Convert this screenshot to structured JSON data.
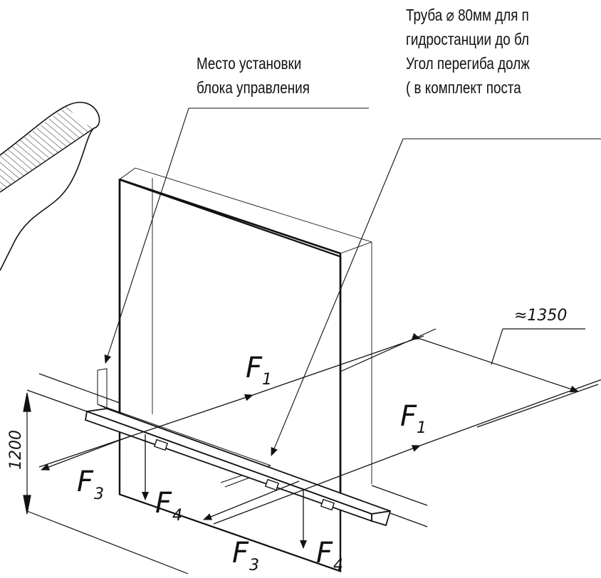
{
  "callouts": {
    "control_unit": {
      "line1": "Место установки",
      "line2": "блока управления"
    },
    "pipe": {
      "line1": "Труба ⌀ 80мм для п",
      "line2": "гидростанции до бл",
      "line3": "Угол перегиба долж",
      "line4": "(  в комплект поста"
    }
  },
  "dimensions": {
    "width": "≈1350",
    "height": "1200"
  },
  "forces": {
    "f1_symbol": "F",
    "f1_index": "1",
    "f3_symbol": "F",
    "f3_index": "3",
    "f4_symbol": "F",
    "f4_index": "4"
  }
}
